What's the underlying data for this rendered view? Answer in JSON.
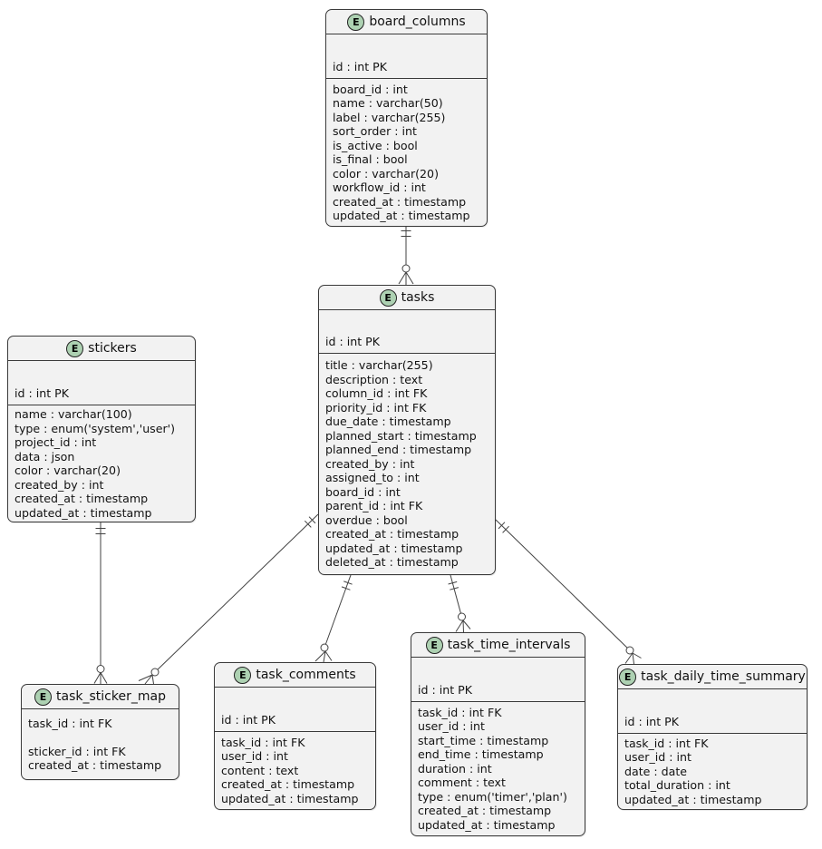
{
  "badge": "E",
  "colors": {
    "background": "#FFFFFF",
    "entity_fill": "#F2F2F2",
    "entity_border": "#3A3A3A",
    "badge_fill": "#ADD1B2",
    "line": "#424242"
  },
  "entities": [
    {
      "name": "board_columns",
      "pk": "id : int PK",
      "fields": [
        "board_id : int",
        "name : varchar(50)",
        "label : varchar(255)",
        "sort_order : int",
        "is_active : bool",
        "is_final : bool",
        "color : varchar(20)",
        "workflow_id : int",
        "created_at : timestamp",
        "updated_at : timestamp"
      ]
    },
    {
      "name": "tasks",
      "pk": "id : int PK",
      "fields": [
        "title : varchar(255)",
        "description : text",
        "column_id : int FK",
        "priority_id : int FK",
        "due_date : timestamp",
        "planned_start : timestamp",
        "planned_end : timestamp",
        "created_by : int",
        "assigned_to : int",
        "board_id : int",
        "parent_id : int FK",
        "overdue : bool",
        "created_at : timestamp",
        "updated_at : timestamp",
        "deleted_at : timestamp"
      ]
    },
    {
      "name": "stickers",
      "pk": "id : int PK",
      "fields": [
        "name : varchar(100)",
        "type : enum('system','user')",
        "project_id : int",
        "data : json",
        "color : varchar(20)",
        "created_by : int",
        "created_at : timestamp",
        "updated_at : timestamp"
      ]
    },
    {
      "name": "task_sticker_map",
      "pk": null,
      "fields": [
        "task_id : int FK",
        "sticker_id : int FK",
        "created_at : timestamp"
      ]
    },
    {
      "name": "task_comments",
      "pk": "id : int PK",
      "fields": [
        "task_id : int FK",
        "user_id : int",
        "content : text",
        "created_at : timestamp",
        "updated_at : timestamp"
      ]
    },
    {
      "name": "task_time_intervals",
      "pk": "id : int PK",
      "fields": [
        "task_id : int FK",
        "user_id : int",
        "start_time : timestamp",
        "end_time : timestamp",
        "duration : int",
        "comment : text",
        "type : enum('timer','plan')",
        "created_at : timestamp",
        "updated_at : timestamp"
      ]
    },
    {
      "name": "task_daily_time_summary",
      "pk": "id : int PK",
      "fields": [
        "task_id : int FK",
        "user_id : int",
        "date : date",
        "total_duration : int",
        "updated_at : timestamp"
      ]
    }
  ],
  "relations": [
    {
      "from": "board_columns",
      "to": "tasks",
      "from_cardinality": "exactly-one",
      "to_cardinality": "zero-or-many"
    },
    {
      "from": "stickers",
      "to": "task_sticker_map",
      "from_cardinality": "exactly-one",
      "to_cardinality": "zero-or-many"
    },
    {
      "from": "tasks",
      "to": "task_sticker_map",
      "from_cardinality": "exactly-one",
      "to_cardinality": "zero-or-many"
    },
    {
      "from": "tasks",
      "to": "task_comments",
      "from_cardinality": "exactly-one",
      "to_cardinality": "zero-or-many"
    },
    {
      "from": "tasks",
      "to": "task_time_intervals",
      "from_cardinality": "exactly-one",
      "to_cardinality": "zero-or-many"
    },
    {
      "from": "tasks",
      "to": "task_daily_time_summary",
      "from_cardinality": "exactly-one",
      "to_cardinality": "zero-or-many"
    }
  ]
}
